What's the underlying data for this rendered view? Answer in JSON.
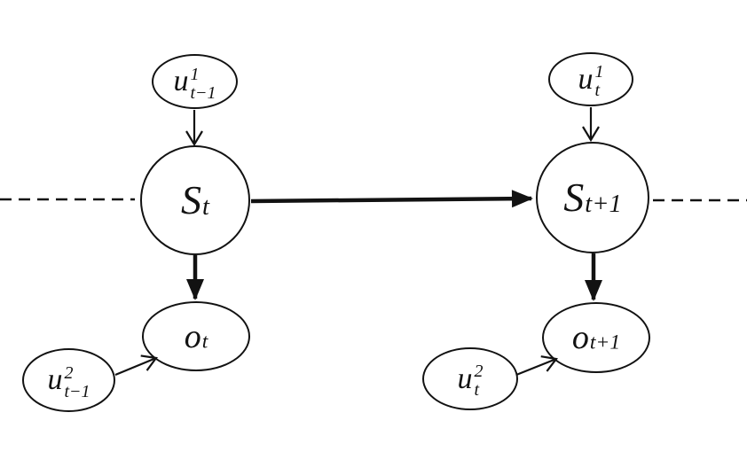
{
  "colors": {
    "ink": "#121212",
    "background": "#ffffff"
  },
  "nodes": {
    "u1_prev": {
      "base": "u",
      "sup": "1",
      "sub": "t−1"
    },
    "s_t": {
      "base": "S",
      "sub": "t"
    },
    "o_t": {
      "base": "o",
      "sub": "t"
    },
    "u2_prev": {
      "base": "u",
      "sup": "2",
      "sub": "t−1"
    },
    "u1_cur": {
      "base": "u",
      "sup": "1",
      "sub": "t"
    },
    "s_t1": {
      "base": "S",
      "sub": "t+1"
    },
    "o_t1": {
      "base": "o",
      "sub": "t+1"
    },
    "u2_cur": {
      "base": "u",
      "sup": "2",
      "sub": "t"
    }
  },
  "edges": [
    {
      "from": "u1_prev",
      "to": "s_t",
      "arrow": "open",
      "weight": "thin"
    },
    {
      "from": "u1_cur",
      "to": "s_t1",
      "arrow": "open",
      "weight": "thin"
    },
    {
      "from": "s_t",
      "to": "s_t1",
      "arrow": "solid",
      "weight": "thick"
    },
    {
      "from": "s_t",
      "to": "o_t",
      "arrow": "solid",
      "weight": "thick"
    },
    {
      "from": "s_t1",
      "to": "o_t1",
      "arrow": "solid",
      "weight": "thick"
    },
    {
      "from": "u2_prev",
      "to": "o_t",
      "arrow": "open",
      "weight": "thin"
    },
    {
      "from": "u2_cur",
      "to": "o_t1",
      "arrow": "open",
      "weight": "thin"
    },
    {
      "from": "left-edge",
      "to": "s_t",
      "style": "dashed"
    },
    {
      "from": "s_t1",
      "to": "right-edge",
      "style": "dashed"
    }
  ]
}
